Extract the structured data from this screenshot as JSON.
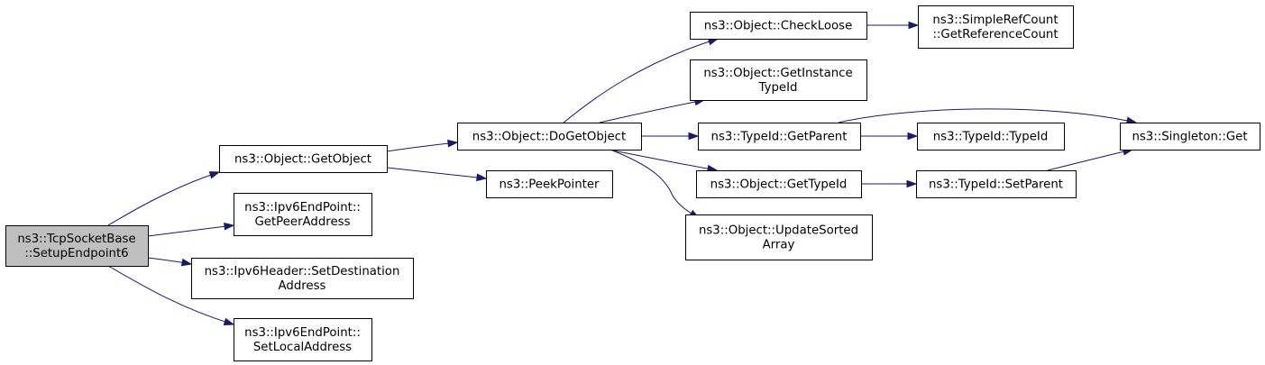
{
  "colors": {
    "edge": "#191970",
    "root_fill": "#bfbfbf",
    "node_fill": "#ffffff",
    "node_border": "#000000"
  },
  "nodes": [
    {
      "id": "tcp",
      "lines": [
        "ns3::TcpSocketBase",
        "::SetupEndpoint6"
      ],
      "root": true
    },
    {
      "id": "getobj",
      "lines": [
        "ns3::Object::GetObject"
      ]
    },
    {
      "id": "peeraddr",
      "lines": [
        "ns3::Ipv6EndPoint::",
        "GetPeerAddress"
      ]
    },
    {
      "id": "setdest",
      "lines": [
        "ns3::Ipv6Header::SetDestination",
        "Address"
      ]
    },
    {
      "id": "setlocal",
      "lines": [
        "ns3::Ipv6EndPoint::",
        "SetLocalAddress"
      ]
    },
    {
      "id": "dogetobj",
      "lines": [
        "ns3::Object::DoGetObject"
      ]
    },
    {
      "id": "peekptr",
      "lines": [
        "ns3::PeekPointer"
      ]
    },
    {
      "id": "checkloose",
      "lines": [
        "ns3::Object::CheckLoose"
      ]
    },
    {
      "id": "getinst",
      "lines": [
        "ns3::Object::GetInstance",
        "TypeId"
      ]
    },
    {
      "id": "getparent",
      "lines": [
        "ns3::TypeId::GetParent"
      ]
    },
    {
      "id": "gettypeid",
      "lines": [
        "ns3::Object::GetTypeId"
      ]
    },
    {
      "id": "updsorted",
      "lines": [
        "ns3::Object::UpdateSorted",
        "Array"
      ]
    },
    {
      "id": "refcount",
      "lines": [
        "ns3::SimpleRefCount",
        "::GetReferenceCount"
      ]
    },
    {
      "id": "typeidctor",
      "lines": [
        "ns3::TypeId::TypeId"
      ]
    },
    {
      "id": "setparent",
      "lines": [
        "ns3::TypeId::SetParent"
      ]
    },
    {
      "id": "singleton",
      "lines": [
        "ns3::Singleton::Get"
      ]
    }
  ],
  "edges": [
    {
      "from": "tcp",
      "to": "getobj"
    },
    {
      "from": "tcp",
      "to": "peeraddr"
    },
    {
      "from": "tcp",
      "to": "setdest"
    },
    {
      "from": "tcp",
      "to": "setlocal"
    },
    {
      "from": "getobj",
      "to": "dogetobj"
    },
    {
      "from": "getobj",
      "to": "peekptr"
    },
    {
      "from": "dogetobj",
      "to": "checkloose"
    },
    {
      "from": "dogetobj",
      "to": "getinst"
    },
    {
      "from": "dogetobj",
      "to": "getparent"
    },
    {
      "from": "dogetobj",
      "to": "gettypeid"
    },
    {
      "from": "dogetobj",
      "to": "updsorted"
    },
    {
      "from": "checkloose",
      "to": "refcount"
    },
    {
      "from": "getparent",
      "to": "typeidctor"
    },
    {
      "from": "getparent",
      "to": "singleton"
    },
    {
      "from": "gettypeid",
      "to": "setparent"
    },
    {
      "from": "setparent",
      "to": "singleton"
    }
  ]
}
